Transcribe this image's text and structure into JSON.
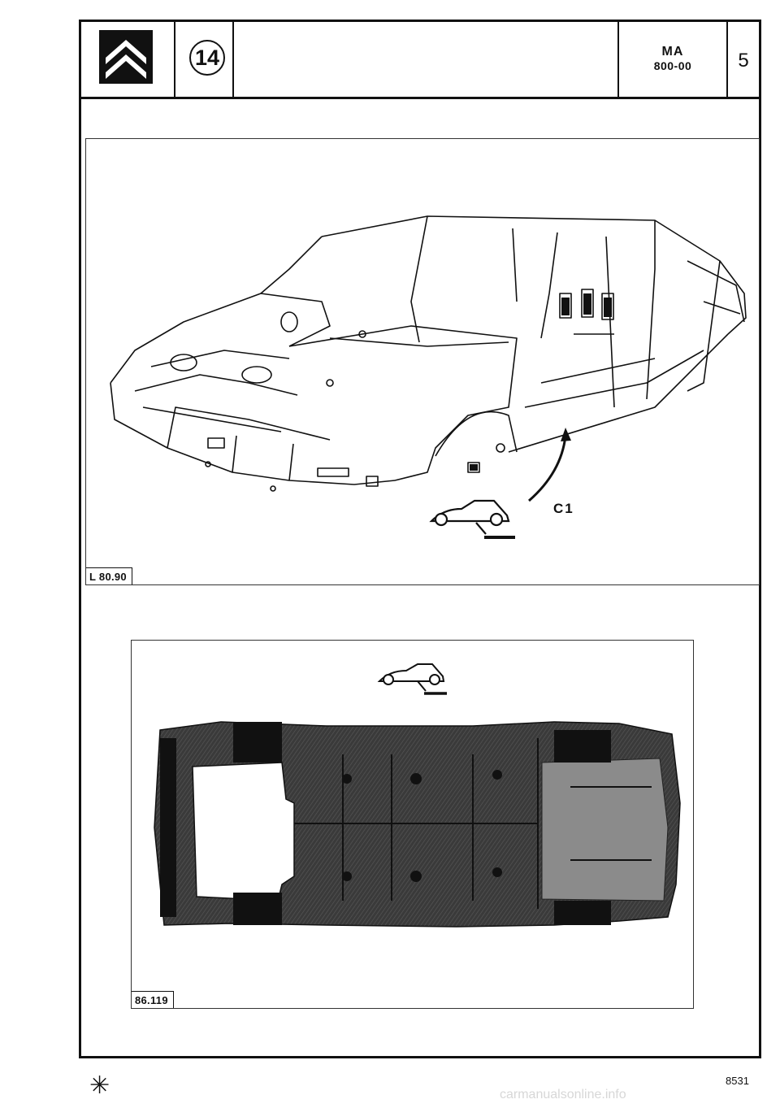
{
  "header": {
    "logo_icon": "double-chevron-logo-icon",
    "chapter_number": "14",
    "ref_line1": "MA",
    "ref_line2": "800-00",
    "page_number": "5"
  },
  "figures": {
    "top": {
      "label": "L 80.90",
      "callout": "C1",
      "icon": "car-underbody-view-icon"
    },
    "bottom": {
      "label": "86.119",
      "icon": "car-underbody-view-icon"
    }
  },
  "footer": {
    "mark": "✳",
    "code": "8531",
    "watermark": "carmanualsonline.info"
  }
}
